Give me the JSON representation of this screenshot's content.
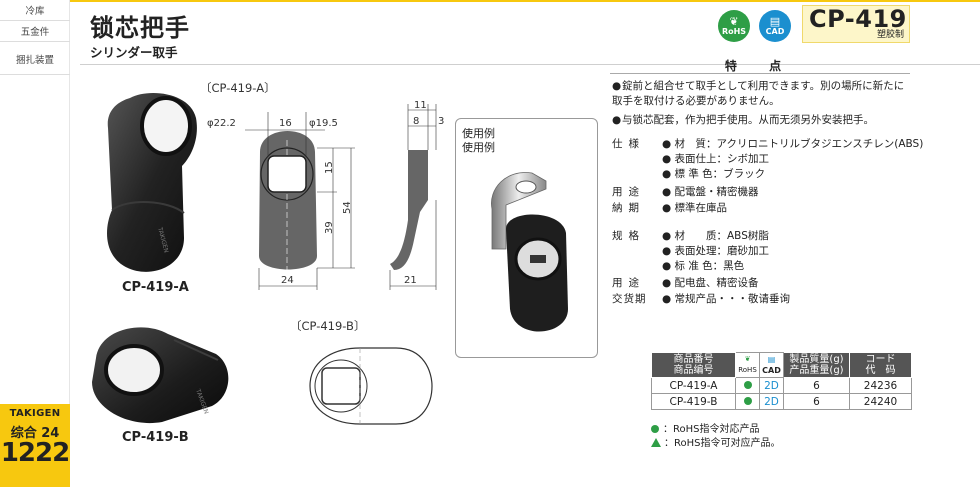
{
  "sidebar": {
    "items": [
      "冷库",
      "五金件",
      "捆扎装置"
    ],
    "tab": {
      "brand": "TAKIGEN",
      "volume": "综合 24",
      "page": "1222"
    }
  },
  "header": {
    "title": "锁芯把手",
    "subtitle": "シリンダー取手",
    "badges": {
      "rohs": "RoHS",
      "cad": "CAD"
    },
    "part_number": "CP-419",
    "material_note": "塑胶制"
  },
  "drawings": {
    "label_a": "〔CP-419-A〕",
    "label_b": "〔CP-419-B〕",
    "product_a": "CP-419-A",
    "product_b": "CP-419-B",
    "dims_front": {
      "d1": "φ22.2",
      "w1": "16",
      "d2": "φ19.5",
      "h1": "15",
      "h2": "39",
      "h3": "54",
      "w2": "24"
    },
    "dims_side": {
      "t1": "11",
      "t2": "8",
      "t3": "3",
      "w": "21"
    },
    "brand_mark": "TAKIGEN"
  },
  "usage": {
    "title_jp": "使用例",
    "title_cn": "使用例"
  },
  "features": {
    "title": "特 点",
    "jp": "錠前と組合せて取手として利用できます。別の場所に新たに取手を取付ける必要がありません。",
    "cn": "与锁芯配套，作为把手使用。从而无须另外安装把手。",
    "spec_jp": [
      {
        "label": "仕様",
        "values": [
          "材　質：アクリロニトリルブタジエンスチレン(ABS)",
          "表面仕上：シボ加工",
          "標 準 色：ブラック"
        ]
      },
      {
        "label": "用途",
        "values": [
          "配電盤・精密機器"
        ]
      },
      {
        "label": "納期",
        "values": [
          "標準在庫品"
        ]
      }
    ],
    "spec_cn": [
      {
        "label": "规格",
        "values": [
          "材　　质：ABS树脂",
          "表面处理：磨砂加工",
          "标 准 色：黑色"
        ]
      },
      {
        "label": "用途",
        "values": [
          "配电盘、精密设备"
        ]
      },
      {
        "label": "交货期",
        "values": [
          "常规产品・・・敬请垂询"
        ]
      }
    ]
  },
  "table": {
    "headers": {
      "pn_jp": "商品番号",
      "pn_cn": "商品编号",
      "rohs": "RoHS",
      "cad": "CAD",
      "mass_jp": "製品質量(g)",
      "mass_cn": "产品重量(g)",
      "code_jp": "コード",
      "code_cn": "代　码"
    },
    "rows": [
      {
        "pn": "CP-419-A",
        "cad": "2D",
        "mass": "6",
        "code": "24236"
      },
      {
        "pn": "CP-419-B",
        "cad": "2D",
        "mass": "6",
        "code": "24240"
      }
    ]
  },
  "legend": {
    "dot": "：RoHS指令対応产品",
    "tri": "：RoHS指令可对应产品。"
  },
  "colors": {
    "accent": "#f7c80f",
    "rohs": "#2e9e46",
    "cad": "#1b8fcf"
  }
}
